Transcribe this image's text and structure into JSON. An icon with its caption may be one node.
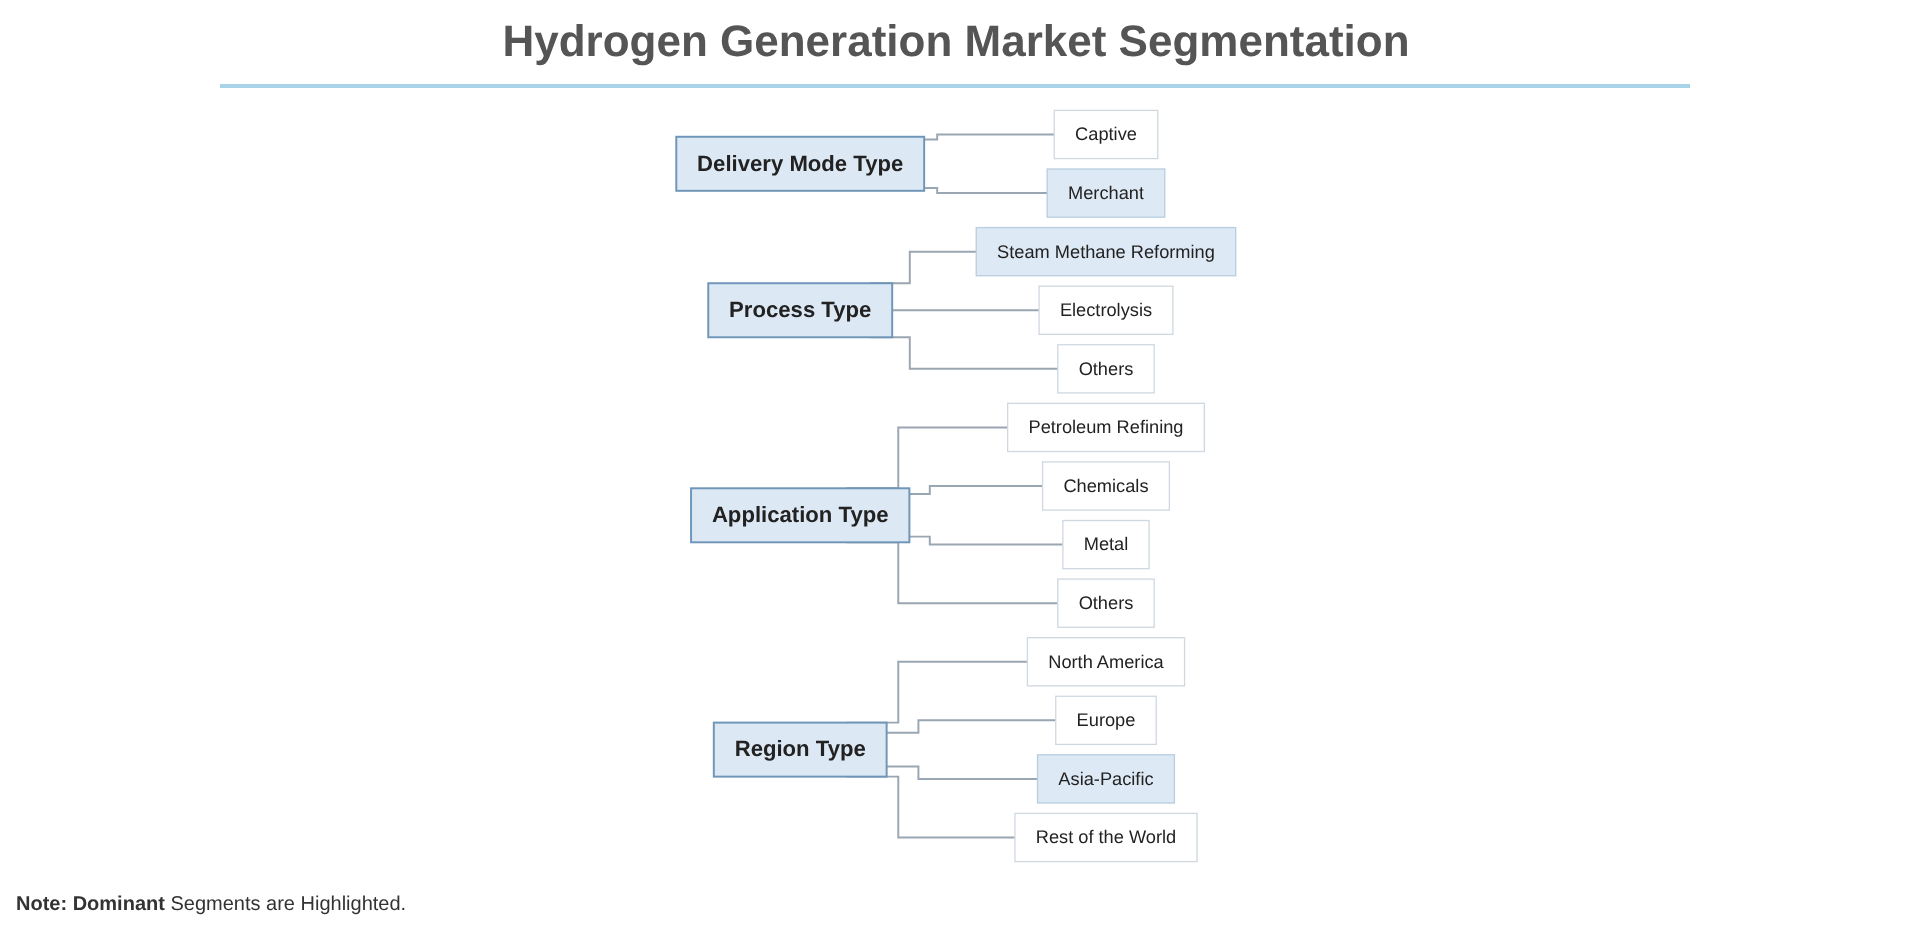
{
  "diagram": {
    "title": "Hydrogen Generation Market Segmentation",
    "nodes": [
      {
        "text": [
          "Delivery Mode Type"
        ]
      },
      {
        "text": [
          "Captive"
        ]
      },
      {
        "text": [
          "Merchant"
        ]
      },
      {
        "text": [
          "Process Type"
        ]
      },
      {
        "text": [
          "Steam Methane Reforming"
        ]
      },
      {
        "text": [
          "Electrolysis"
        ]
      },
      {
        "text": [
          "Others"
        ]
      },
      {
        "text": [
          "Application Type"
        ]
      },
      {
        "text": [
          "Petroleum Refining"
        ]
      },
      {
        "text": [
          "Chemicals"
        ]
      },
      {
        "text": [
          "Metal"
        ]
      },
      {
        "text": [
          "Others"
        ]
      },
      {
        "text": [
          "Region Type"
        ]
      },
      {
        "text": [
          "North America"
        ]
      },
      {
        "text": [
          "Europe"
        ]
      },
      {
        "text": [
          "Asia-Pacific"
        ]
      },
      {
        "text": [
          "Rest of the World"
        ]
      }
    ],
    "edges": [
      {
        "from": 0,
        "to": 1,
        "arrow": "none"
      },
      {
        "from": 0,
        "to": 2,
        "arrow": "none"
      },
      {
        "from": 3,
        "to": 4,
        "arrow": "none"
      },
      {
        "from": 3,
        "to": 5,
        "arrow": "none"
      },
      {
        "from": 3,
        "to": 6,
        "arrow": "none"
      },
      {
        "from": 7,
        "to": 8,
        "arrow": "none"
      },
      {
        "from": 7,
        "to": 9,
        "arrow": "none"
      },
      {
        "from": 7,
        "to": 10,
        "arrow": "none"
      },
      {
        "from": 7,
        "to": 11,
        "arrow": "none"
      },
      {
        "from": 12,
        "to": 13,
        "arrow": "none"
      },
      {
        "from": 12,
        "to": 14,
        "arrow": "none"
      },
      {
        "from": 12,
        "to": 15,
        "arrow": "none"
      },
      {
        "from": 12,
        "to": 16,
        "arrow": "none"
      }
    ],
    "labels": [
      "**Note: Dominant** Segments are Highlighted."
    ]
  }
}
